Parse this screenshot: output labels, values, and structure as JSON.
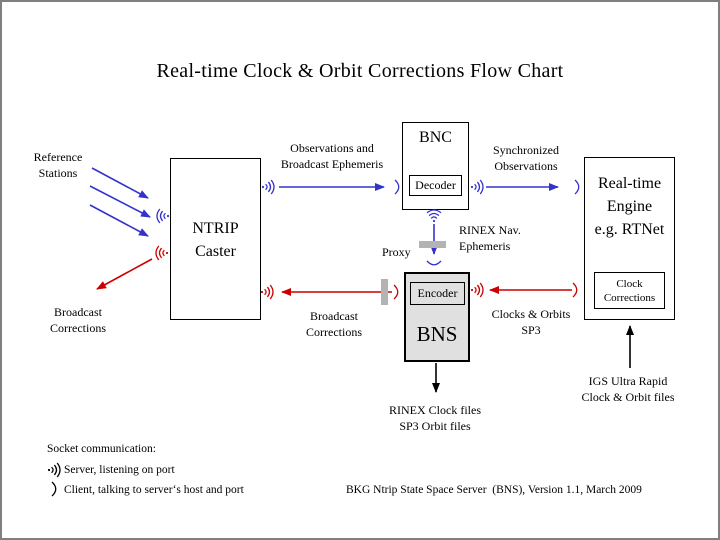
{
  "title": "Real-time Clock & Orbit Corrections Flow Chart",
  "boxes": {
    "ntrip": {
      "label": "NTRIP\nCaster"
    },
    "bnc": {
      "label": "BNC",
      "sub": "Decoder"
    },
    "bns": {
      "label": "BNS",
      "sub": "Encoder"
    },
    "rtnet": {
      "label": "Real-time\nEngine\ne.g. RTNet",
      "sub": "Clock\nCorrections"
    }
  },
  "labels": {
    "reference_stations": "Reference\nStations",
    "observations": "Observations and\nBroadcast Ephemeris",
    "synchronized": "Synchronized\nObservations",
    "proxy": "Proxy",
    "rinex_nav": "RINEX Nav.\nEphemeris",
    "clocks_orbits": "Clocks & Orbits\nSP3",
    "broadcast_left": "Broadcast\nCorrections",
    "broadcast_mid": "Broadcast\nCorrections",
    "rinex_clock_files": "RINEX Clock files\nSP3 Orbit files",
    "igs": "IGS Ultra Rapid\nClock & Orbit files"
  },
  "legend": {
    "title": "Socket communication:",
    "server": "Server, listening on port",
    "client": "Client, talking to server‘s host and port"
  },
  "caption": "BKG Ntrip State Space Server  (BNS), Version 1.1, March 2009",
  "colors": {
    "observation_flow_blue": "#3333cc",
    "correction_flow_red": "#cc0000",
    "file_flow_black": "#000000",
    "proxy_bar_gray": "#b3b3b3",
    "bns_fill_gray": "#e0e0e0"
  }
}
